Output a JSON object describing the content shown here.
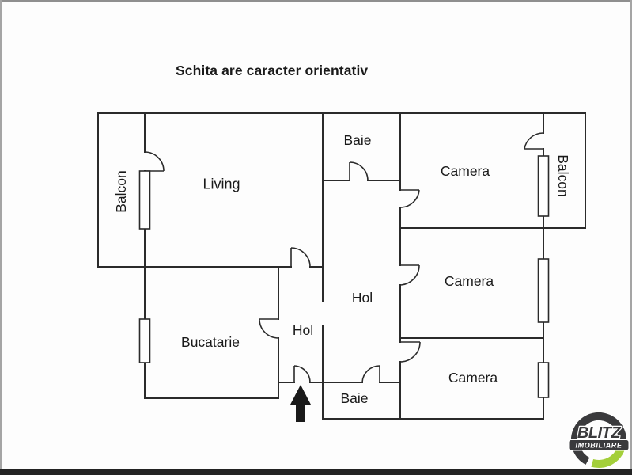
{
  "disclaimer": "Schita are caracter orientativ",
  "rooms": {
    "balcon_left": {
      "label": "Balcon"
    },
    "living": {
      "label": "Living"
    },
    "baie_top": {
      "label": "Baie"
    },
    "camera_top": {
      "label": "Camera"
    },
    "balcon_right": {
      "label": "Balcon"
    },
    "hol_center": {
      "label": "Hol"
    },
    "camera_middle": {
      "label": "Camera"
    },
    "bucatarie": {
      "label": "Bucatarie"
    },
    "hol_small": {
      "label": "Hol"
    },
    "baie_bottom": {
      "label": "Baie"
    },
    "camera_bottom": {
      "label": "Camera"
    }
  },
  "entrance": {
    "icon": "up-arrow"
  },
  "logo": {
    "brand": "BLITZ",
    "subtitle": "IMOBILIARE"
  },
  "colors": {
    "wall": "#2b2b2b",
    "text": "#1a1a1a",
    "arrow": "#1a1a1a",
    "logo_dark": "#3a3a3c",
    "logo_green": "#a3cf3a",
    "frame_border": "#8f8f8f",
    "bottom_bar": "#232323"
  }
}
